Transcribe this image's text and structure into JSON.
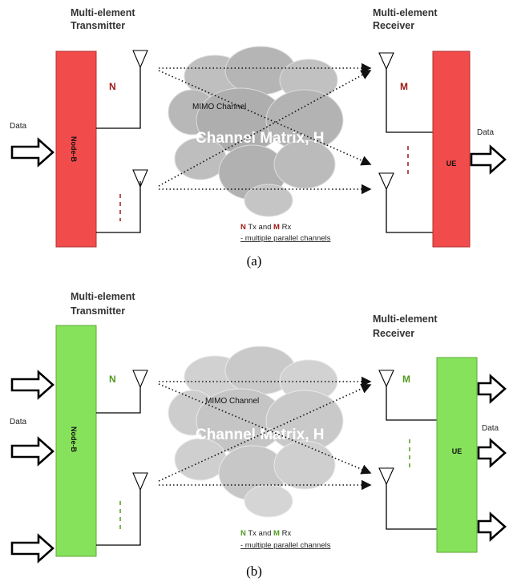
{
  "panels": [
    {
      "caption": "(a)",
      "transmitter_heading": [
        "Multi-element",
        "Transmitter"
      ],
      "receiver_heading": [
        "Multi-element",
        "Receiver"
      ],
      "tx_box_label": "Node-B",
      "rx_box_label": "UE",
      "data_in_label": "Data",
      "data_out_label": "Data",
      "n_label": "N",
      "m_label": "M",
      "cloud_label_small": "MIMO Channel",
      "cloud_label_big": "Channel Matrix, H",
      "note_n": "N",
      "note_mid": " Tx and ",
      "note_m": "M",
      "note_end": " Rx",
      "note_line2": "- multiple parallel channels",
      "box_color": "#f24b4b",
      "nm_color": "#a01818",
      "input_arrows": 1,
      "output_arrows": 1
    },
    {
      "caption": "(b)",
      "transmitter_heading": [
        "Multi-element",
        "Transmitter"
      ],
      "receiver_heading": [
        "Multi-element",
        "Receiver"
      ],
      "tx_box_label": "Node-B",
      "rx_box_label": "UE",
      "data_in_label": "Data",
      "data_out_label": "Data",
      "n_label": "N",
      "m_label": "M",
      "cloud_label_small": "MIMO Channel",
      "cloud_label_big": "Channel Matrix, H",
      "note_n": "N",
      "note_mid": " Tx and ",
      "note_m": "M",
      "note_end": " Rx",
      "note_line2": "- multiple parallel channels",
      "box_color": "#86e25a",
      "nm_color": "#4f9b1e",
      "input_arrows": 3,
      "output_arrows": 3
    }
  ]
}
